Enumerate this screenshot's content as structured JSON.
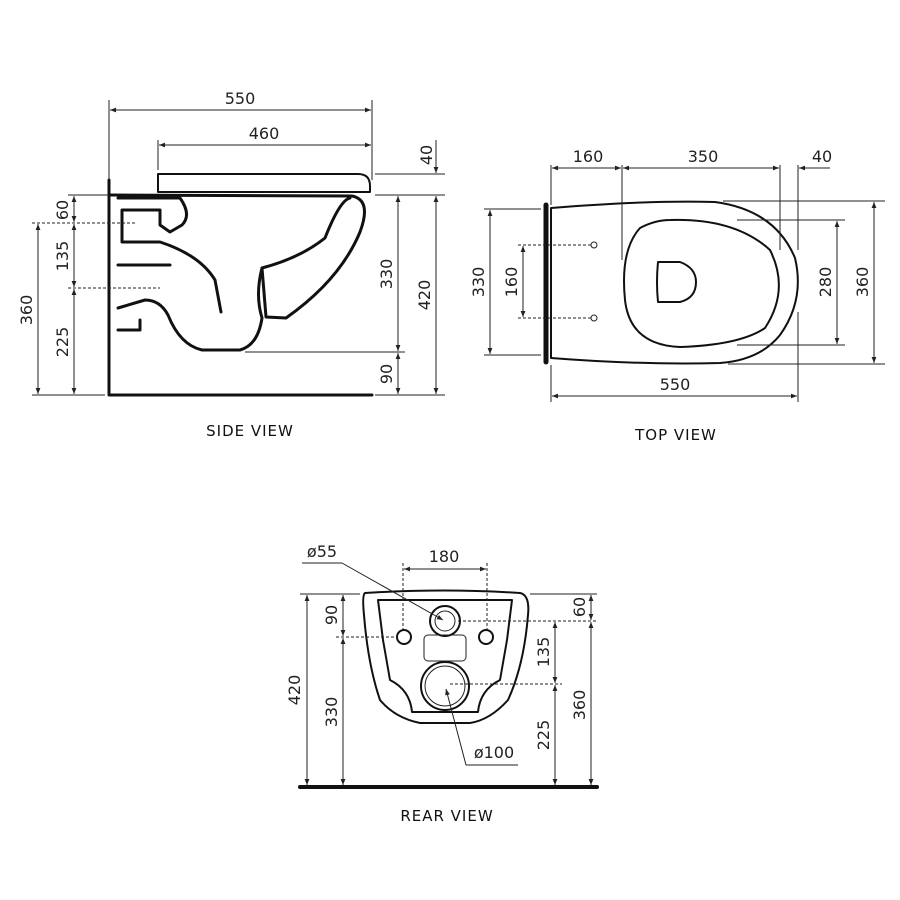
{
  "side_view": {
    "title": "SIDE VIEW",
    "dims": {
      "overall_length": "550",
      "seat_length": "460",
      "seat_thickness": "40",
      "top_to_inlet": "60",
      "inlet_to_outlet": "135",
      "outlet_height": "225",
      "inlet_height": "360",
      "bowl_depth": "330",
      "total_height": "420",
      "floor_clearance": "90"
    }
  },
  "top_view": {
    "title": "TOP VIEW",
    "dims": {
      "wall_to_seat": "160",
      "seat_span": "350",
      "front_offset": "40",
      "overall_length": "550",
      "back_width": "330",
      "bolt_spacing": "160",
      "seat_width": "280",
      "overall_width": "360"
    }
  },
  "rear_view": {
    "title": "REAR VIEW",
    "dims": {
      "inlet_diameter": "ø55",
      "bolt_spacing": "180",
      "top_to_bolts": "90",
      "bolt_height": "330",
      "total_height": "420",
      "top_to_inlet": "60",
      "inlet_to_outlet": "135",
      "outlet_height": "225",
      "inlet_height": "360",
      "outlet_diameter": "ø100"
    }
  }
}
